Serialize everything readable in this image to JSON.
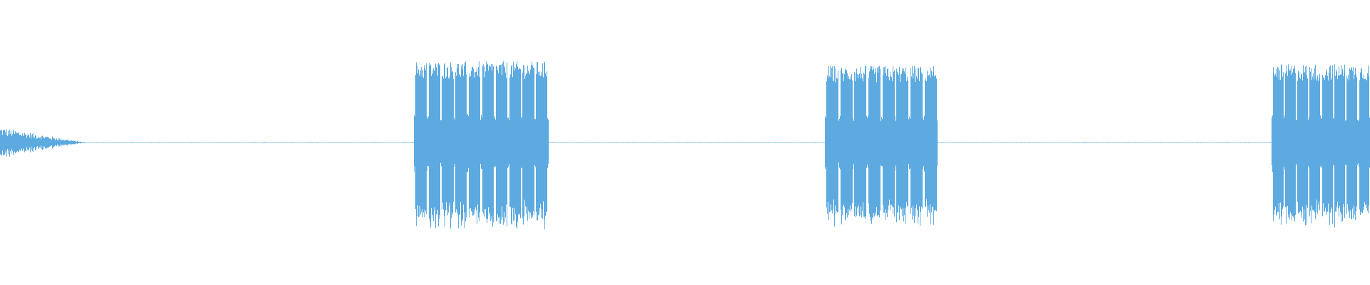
{
  "waveform": {
    "color": "#5DAAE0",
    "background": "#FFFFFF",
    "duration_fraction_end": 1.0,
    "segments": [
      {
        "kind": "fade-tail",
        "start": 0.0,
        "end": 0.062,
        "peak_amplitude": 0.18
      },
      {
        "kind": "silence",
        "start": 0.062,
        "end": 0.302,
        "peak_amplitude": 0.004
      },
      {
        "kind": "burst",
        "start": 0.302,
        "end": 0.4,
        "peak_amplitude": 0.95,
        "pulses": 10
      },
      {
        "kind": "silence",
        "start": 0.4,
        "end": 0.602,
        "peak_amplitude": 0.004
      },
      {
        "kind": "burst",
        "start": 0.602,
        "end": 0.684,
        "peak_amplitude": 0.9,
        "pulses": 8
      },
      {
        "kind": "silence",
        "start": 0.684,
        "end": 0.928,
        "peak_amplitude": 0.004
      },
      {
        "kind": "burst",
        "start": 0.928,
        "end": 1.0,
        "peak_amplitude": 0.92,
        "pulses": 8
      }
    ]
  }
}
